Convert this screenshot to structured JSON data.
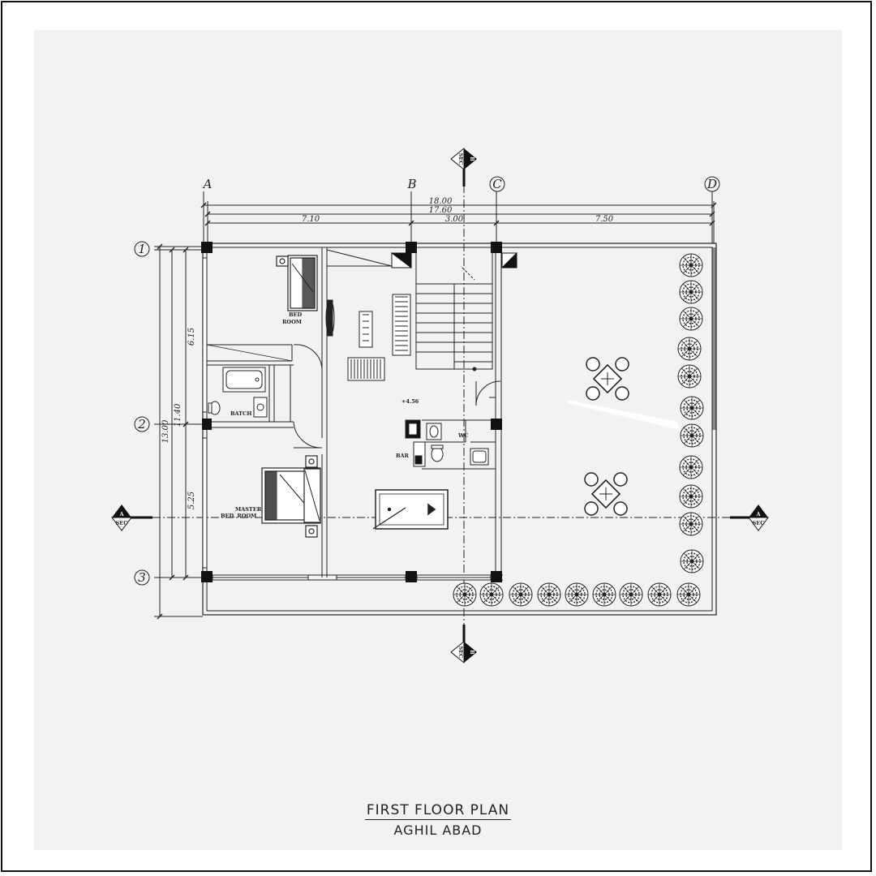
{
  "drawing": {
    "title": "FIRST FLOOR PLAN",
    "subtitle": "AGHIL ABAD"
  },
  "grid": {
    "columns": [
      "A",
      "B",
      "C",
      "D"
    ],
    "rows": [
      "1",
      "2",
      "3"
    ]
  },
  "dimensions": {
    "horizontal": {
      "overall_outer": "18.00",
      "overall_inner": "17.60",
      "a_to_b": "7.10",
      "b_to_c": "3.00",
      "c_to_d": "7.50"
    },
    "vertical": {
      "overall_outer": "13.00",
      "overall_inner": "11.40",
      "r1_to_r2": "6.15",
      "r2_to_r3": "5.25"
    }
  },
  "rooms": {
    "bedroom_line1": "BED",
    "bedroom_line2": "ROOM",
    "bath": "BATCH",
    "master_line1": "MASTER",
    "master_line2": "BED. ROOM",
    "bar": "BAR",
    "wc": "WC",
    "level": "+4.56"
  },
  "section_markers": {
    "a_label": "A",
    "a_sub": "SEC",
    "b_label": "B",
    "b_sub": "SEC"
  }
}
